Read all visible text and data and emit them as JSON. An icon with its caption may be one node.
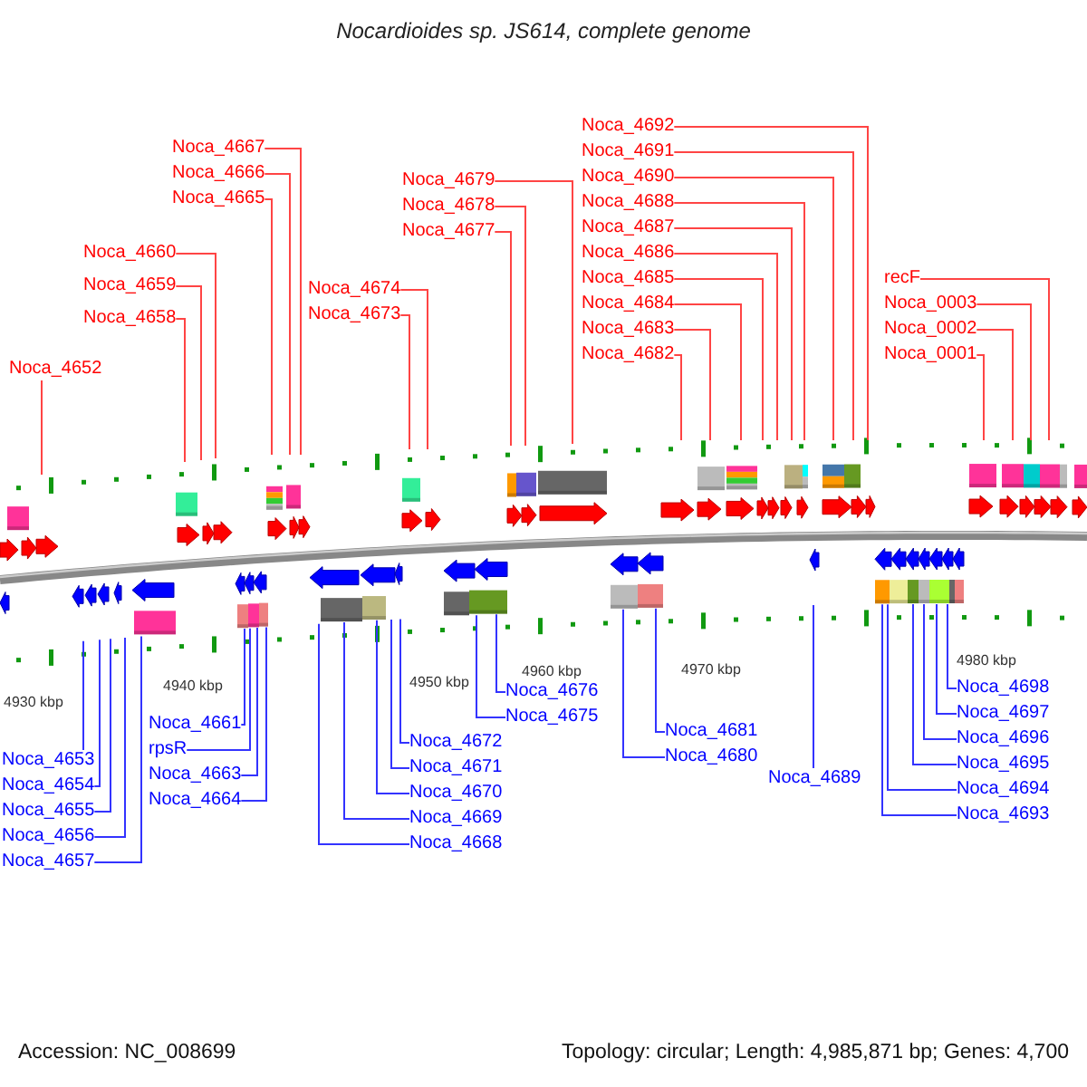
{
  "diagram": {
    "title": "Nocardioides sp. JS614, complete genome",
    "nodes": [
      {
        "text": [
          "Noca_4652"
        ]
      },
      {
        "text": [
          "Noca_4658"
        ]
      },
      {
        "text": [
          "Noca_4659"
        ]
      },
      {
        "text": [
          "Noca_4660"
        ]
      },
      {
        "text": [
          "Noca_4665"
        ]
      },
      {
        "text": [
          "Noca_4666"
        ]
      },
      {
        "text": [
          "Noca_4667"
        ]
      },
      {
        "text": [
          "Noca_4673"
        ]
      },
      {
        "text": [
          "Noca_4674"
        ]
      },
      {
        "text": [
          "Noca_4677"
        ]
      },
      {
        "text": [
          "Noca_4678"
        ]
      },
      {
        "text": [
          "Noca_4679"
        ]
      },
      {
        "text": [
          "Noca_4682"
        ]
      },
      {
        "text": [
          "Noca_4683"
        ]
      },
      {
        "text": [
          "Noca_4684"
        ]
      },
      {
        "text": [
          "Noca_4685"
        ]
      },
      {
        "text": [
          "Noca_4686"
        ]
      },
      {
        "text": [
          "Noca_4687"
        ]
      },
      {
        "text": [
          "Noca_4688"
        ]
      },
      {
        "text": [
          "Noca_4690"
        ]
      },
      {
        "text": [
          "Noca_4691"
        ]
      },
      {
        "text": [
          "Noca_4692"
        ]
      },
      {
        "text": [
          "Noca_0001"
        ]
      },
      {
        "text": [
          "Noca_0002"
        ]
      },
      {
        "text": [
          "Noca_0003"
        ]
      },
      {
        "text": [
          "recF"
        ]
      },
      {
        "text": [
          "Noca_4653"
        ]
      },
      {
        "text": [
          "Noca_4654"
        ]
      },
      {
        "text": [
          "Noca_4655"
        ]
      },
      {
        "text": [
          "Noca_4656"
        ]
      },
      {
        "text": [
          "Noca_4657"
        ]
      },
      {
        "text": [
          "Noca_4661"
        ]
      },
      {
        "text": [
          "rpsR"
        ]
      },
      {
        "text": [
          "Noca_4663"
        ]
      },
      {
        "text": [
          "Noca_4664"
        ]
      },
      {
        "text": [
          "Noca_4668"
        ]
      },
      {
        "text": [
          "Noca_4669"
        ]
      },
      {
        "text": [
          "Noca_4670"
        ]
      },
      {
        "text": [
          "Noca_4671"
        ]
      },
      {
        "text": [
          "Noca_4672"
        ]
      },
      {
        "text": [
          "Noca_4675"
        ]
      },
      {
        "text": [
          "Noca_4676"
        ]
      },
      {
        "text": [
          "Noca_4680"
        ]
      },
      {
        "text": [
          "Noca_4681"
        ]
      },
      {
        "text": [
          "Noca_4689"
        ]
      },
      {
        "text": [
          "Noca_4693"
        ]
      },
      {
        "text": [
          "Noca_4694"
        ]
      },
      {
        "text": [
          "Noca_4695"
        ]
      },
      {
        "text": [
          "Noca_4696"
        ]
      },
      {
        "text": [
          "Noca_4697"
        ]
      },
      {
        "text": [
          "Noca_4698"
        ]
      }
    ],
    "edges": [
      {
        "from": 0,
        "to": null,
        "arrow": "none"
      },
      {
        "from": 1,
        "to": null,
        "arrow": "none"
      },
      {
        "from": 2,
        "to": null,
        "arrow": "none"
      },
      {
        "from": 3,
        "to": null,
        "arrow": "none"
      },
      {
        "from": 4,
        "to": null,
        "arrow": "none"
      },
      {
        "from": 5,
        "to": null,
        "arrow": "none"
      },
      {
        "from": 6,
        "to": null,
        "arrow": "none"
      },
      {
        "from": 7,
        "to": null,
        "arrow": "none"
      },
      {
        "from": 8,
        "to": null,
        "arrow": "none"
      },
      {
        "from": 9,
        "to": null,
        "arrow": "none"
      },
      {
        "from": 10,
        "to": null,
        "arrow": "none"
      },
      {
        "from": 11,
        "to": null,
        "arrow": "none"
      },
      {
        "from": 12,
        "to": null,
        "arrow": "none"
      },
      {
        "from": 13,
        "to": null,
        "arrow": "none"
      },
      {
        "from": 14,
        "to": null,
        "arrow": "none"
      },
      {
        "from": 15,
        "to": null,
        "arrow": "none"
      },
      {
        "from": 16,
        "to": null,
        "arrow": "none"
      },
      {
        "from": 17,
        "to": null,
        "arrow": "none"
      },
      {
        "from": 18,
        "to": null,
        "arrow": "none"
      },
      {
        "from": 19,
        "to": null,
        "arrow": "none"
      },
      {
        "from": 20,
        "to": null,
        "arrow": "none"
      },
      {
        "from": 21,
        "to": null,
        "arrow": "none"
      },
      {
        "from": 22,
        "to": null,
        "arrow": "none"
      },
      {
        "from": 23,
        "to": null,
        "arrow": "none"
      },
      {
        "from": 24,
        "to": null,
        "arrow": "none"
      },
      {
        "from": 25,
        "to": null,
        "arrow": "none"
      },
      {
        "from": 26,
        "to": null,
        "arrow": "none",
        "color": "#3333ff"
      },
      {
        "from": 27,
        "to": null,
        "arrow": "none",
        "color": "#3333ff"
      },
      {
        "from": 28,
        "to": null,
        "arrow": "none",
        "color": "#3333ff"
      },
      {
        "from": 29,
        "to": null,
        "arrow": "none",
        "color": "#3333ff"
      },
      {
        "from": 30,
        "to": null,
        "arrow": "none",
        "color": "#3333ff"
      },
      {
        "from": 31,
        "to": null,
        "arrow": "none",
        "color": "#3333ff"
      },
      {
        "from": 32,
        "to": null,
        "arrow": "none",
        "color": "#3333ff"
      },
      {
        "from": 33,
        "to": null,
        "arrow": "none",
        "color": "#3333ff"
      },
      {
        "from": 34,
        "to": null,
        "arrow": "none",
        "color": "#3333ff"
      },
      {
        "from": 35,
        "to": null,
        "arrow": "none",
        "color": "#3333ff"
      },
      {
        "from": 36,
        "to": null,
        "arrow": "none",
        "color": "#3333ff"
      },
      {
        "from": 37,
        "to": null,
        "arrow": "none",
        "color": "#3333ff"
      },
      {
        "from": 38,
        "to": null,
        "arrow": "none",
        "color": "#3333ff"
      },
      {
        "from": 39,
        "to": null,
        "arrow": "none",
        "color": "#3333ff"
      },
      {
        "from": 40,
        "to": null,
        "arrow": "none",
        "color": "#3333ff"
      },
      {
        "from": 41,
        "to": null,
        "arrow": "none",
        "color": "#3333ff"
      },
      {
        "from": 42,
        "to": null,
        "arrow": "none",
        "color": "#3333ff"
      },
      {
        "from": 43,
        "to": null,
        "arrow": "none",
        "color": "#3333ff"
      },
      {
        "from": 44,
        "to": null,
        "arrow": "none",
        "color": "#3333ff"
      },
      {
        "from": 45,
        "to": null,
        "arrow": "none",
        "color": "#3333ff"
      },
      {
        "from": 46,
        "to": null,
        "arrow": "none",
        "color": "#3333ff"
      },
      {
        "from": 47,
        "to": null,
        "arrow": "none",
        "color": "#3333ff"
      },
      {
        "from": 48,
        "to": null,
        "arrow": "none",
        "color": "#3333ff"
      },
      {
        "from": 49,
        "to": null,
        "arrow": "none",
        "color": "#3333ff"
      },
      {
        "from": 50,
        "to": null,
        "arrow": "none",
        "color": "#3333ff"
      }
    ],
    "labels": [
      "4930 kbp",
      "4940 kbp",
      "4950 kbp",
      "4960 kbp",
      "4970 kbp",
      "4980 kbp",
      "Accession: NC_008699",
      "Topology: circular; Length: 4,985,871 bp; Genes: 4,700"
    ]
  }
}
